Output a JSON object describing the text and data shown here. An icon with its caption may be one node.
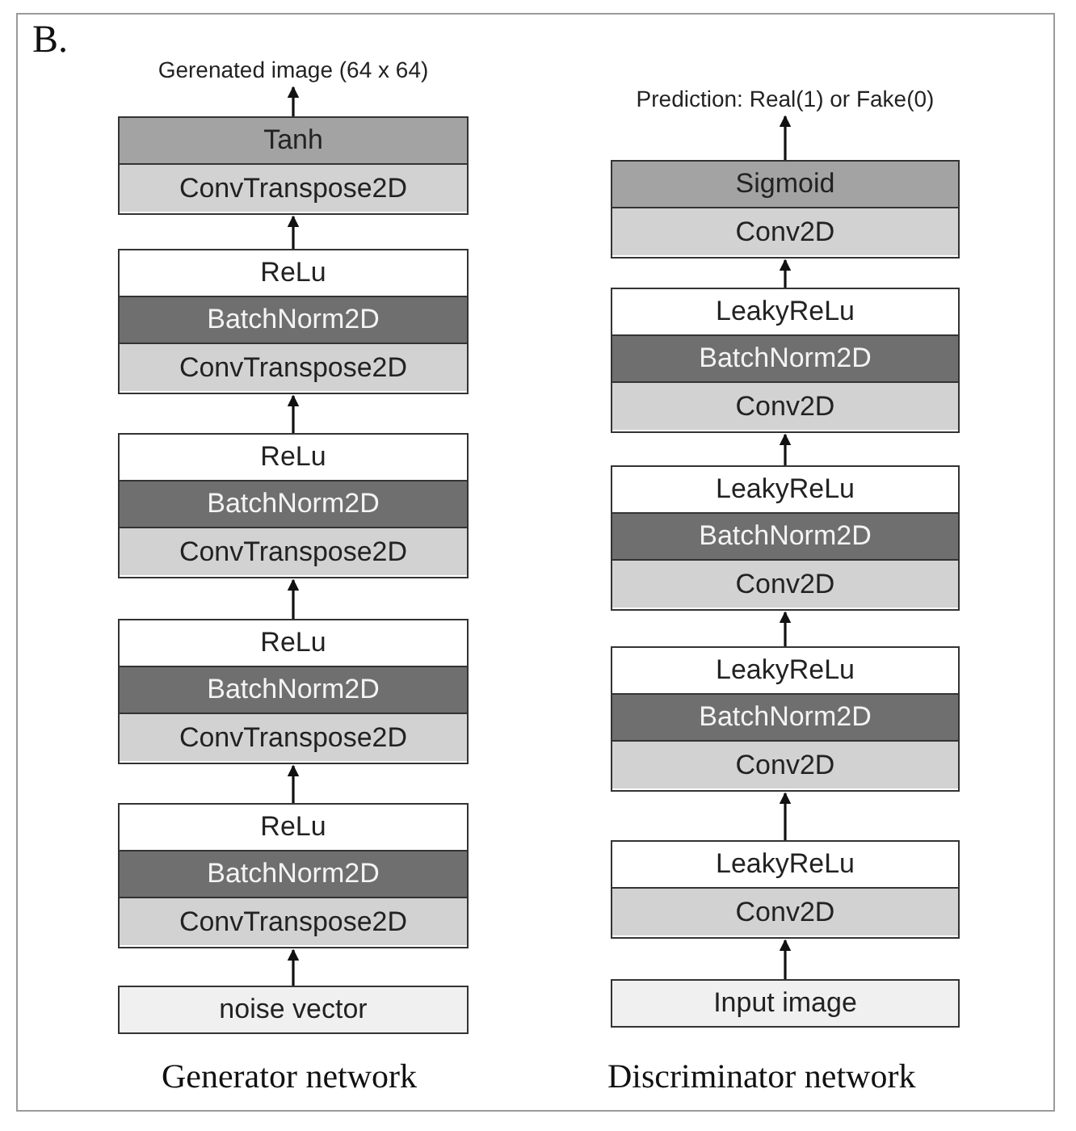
{
  "diagram": {
    "nodes": [
      {
        "text": [
          "Gerenated image (64 x 64)"
        ]
      },
      {
        "text": [],
        "shape": "box"
      },
      {
        "text": [
          "Tanh"
        ],
        "in": 1
      },
      {
        "text": [
          "ConvTranspose2D"
        ],
        "in": 1
      },
      {
        "text": [],
        "shape": "box"
      },
      {
        "text": [
          "ReLu"
        ],
        "in": 4
      },
      {
        "text": [
          "BatchNorm2D"
        ],
        "in": 4
      },
      {
        "text": [
          "ConvTranspose2D"
        ],
        "in": 4
      },
      {
        "text": [],
        "shape": "box"
      },
      {
        "text": [
          "ReLu"
        ],
        "in": 8
      },
      {
        "text": [
          "BatchNorm2D"
        ],
        "in": 8
      },
      {
        "text": [
          "ConvTranspose2D"
        ],
        "in": 8
      },
      {
        "text": [],
        "shape": "box"
      },
      {
        "text": [
          "ReLu"
        ],
        "in": 12
      },
      {
        "text": [
          "BatchNorm2D"
        ],
        "in": 12
      },
      {
        "text": [
          "ConvTranspose2D"
        ],
        "in": 12
      },
      {
        "text": [],
        "shape": "box"
      },
      {
        "text": [
          "ReLu"
        ],
        "in": 16
      },
      {
        "text": [
          "BatchNorm2D"
        ],
        "in": 16
      },
      {
        "text": [
          "ConvTranspose2D"
        ],
        "in": 16
      },
      {
        "text": [
          "noise vector"
        ]
      },
      {
        "text": [
          "Prediction: Real(1) or Fake(0)"
        ]
      },
      {
        "text": [],
        "shape": "box"
      },
      {
        "text": [
          "Sigmoid"
        ],
        "in": 22
      },
      {
        "text": [
          "Conv2D"
        ],
        "in": 22
      },
      {
        "text": [],
        "shape": "box"
      },
      {
        "text": [
          "LeakyReLu"
        ],
        "in": 25
      },
      {
        "text": [
          "BatchNorm2D"
        ],
        "in": 25
      },
      {
        "text": [
          "Conv2D"
        ],
        "in": 25
      },
      {
        "text": [],
        "shape": "box"
      },
      {
        "text": [
          "LeakyReLu"
        ],
        "in": 29
      },
      {
        "text": [
          "BatchNorm2D"
        ],
        "in": 29
      },
      {
        "text": [
          "Conv2D"
        ],
        "in": 29
      },
      {
        "text": [],
        "shape": "box"
      },
      {
        "text": [
          "LeakyReLu"
        ],
        "in": 33
      },
      {
        "text": [
          "BatchNorm2D"
        ],
        "in": 33
      },
      {
        "text": [
          "Conv2D"
        ],
        "in": 33
      },
      {
        "text": [],
        "shape": "box"
      },
      {
        "text": [
          "LeakyReLu"
        ],
        "in": 37
      },
      {
        "text": [
          "Conv2D"
        ],
        "in": 37
      },
      {
        "text": [
          "Input image"
        ]
      }
    ],
    "edges": [
      {
        "from": 20,
        "to": 16,
        "arrow": "to"
      },
      {
        "from": 16,
        "to": 12,
        "arrow": "to"
      },
      {
        "from": 12,
        "to": 8,
        "arrow": "to"
      },
      {
        "from": 8,
        "to": 4,
        "arrow": "to"
      },
      {
        "from": 4,
        "to": 1,
        "arrow": "to"
      },
      {
        "from": 1,
        "to": 0,
        "arrow": "to"
      },
      {
        "from": 40,
        "to": 37,
        "arrow": "to"
      },
      {
        "from": 37,
        "to": 33,
        "arrow": "to"
      },
      {
        "from": 33,
        "to": 29,
        "arrow": "to"
      },
      {
        "from": 29,
        "to": 25,
        "arrow": "to"
      },
      {
        "from": 25,
        "to": 22,
        "arrow": "to"
      },
      {
        "from": 22,
        "to": 21,
        "arrow": "to"
      }
    ],
    "labels": [
      "B.",
      "Generator network",
      "Discriminator network"
    ]
  }
}
